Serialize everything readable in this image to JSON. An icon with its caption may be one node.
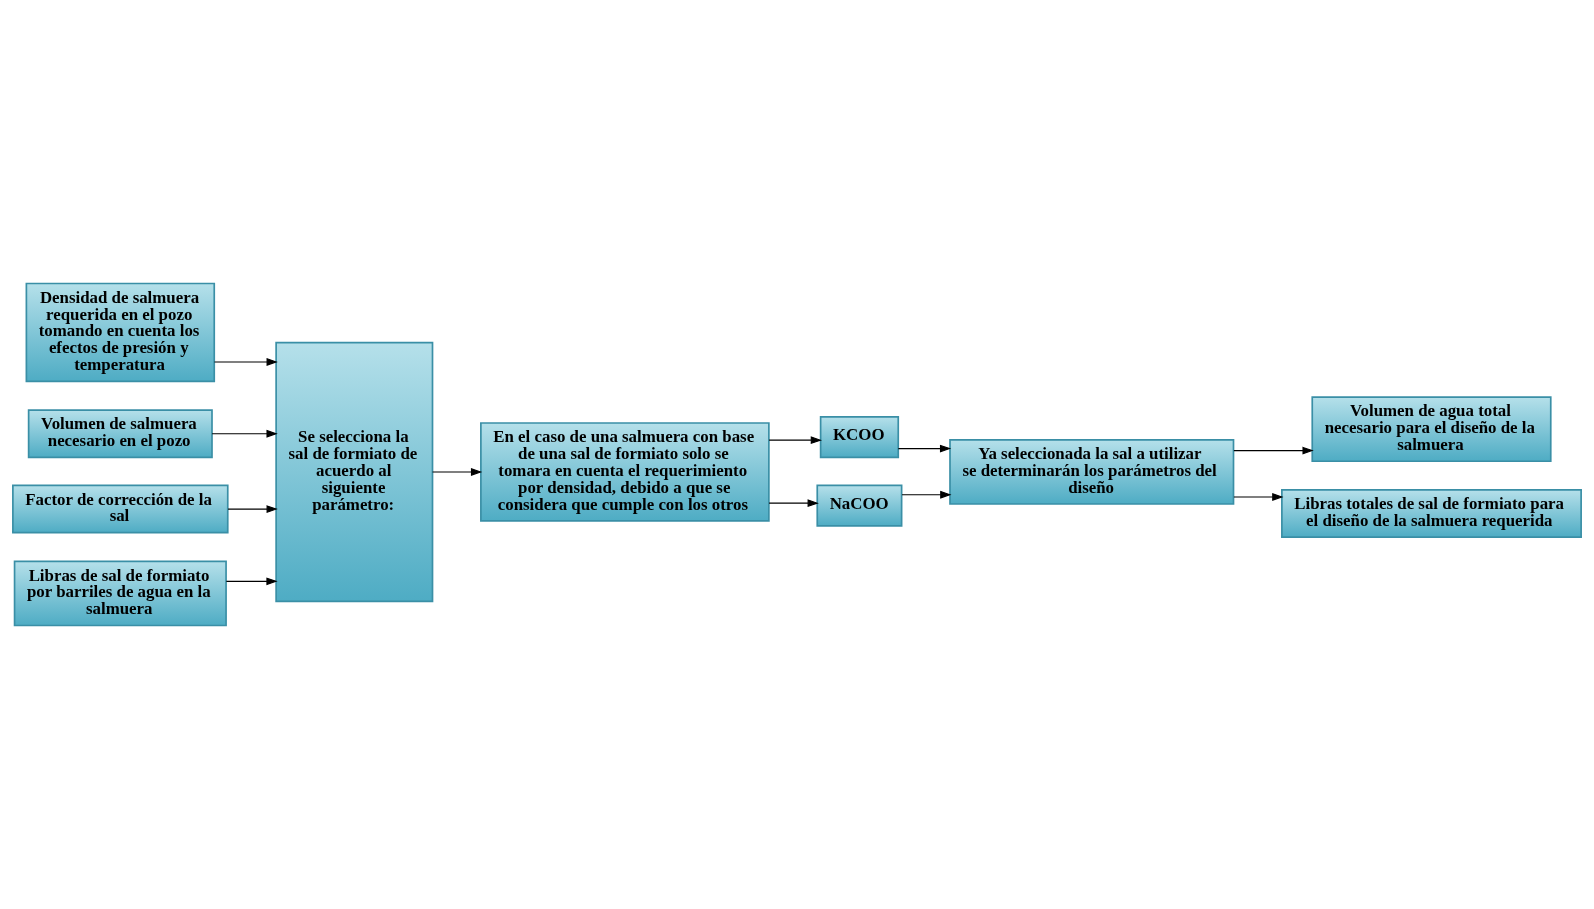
{
  "diagram": {
    "nodes": [
      {
        "text": [
          "Densidad de salmuera requerida en el pozo tomando en cuenta los efectos de presión y temperatura"
        ]
      },
      {
        "text": [
          "Volumen de salmuera necesario en el pozo"
        ]
      },
      {
        "text": [
          "Factor de corrección de la sal"
        ]
      },
      {
        "text": [
          "Libras de sal de formiato por barriles de agua en la salmuera"
        ]
      },
      {
        "text": [
          "Se selecciona la sal de formiato de acuerdo al siguiente parámetro:"
        ]
      },
      {
        "text": [
          "En el caso de una salmuera con base de una sal de formiato solo se tomara en cuenta el requerimiento por densidad, debido a que se considera que cumple con los otros"
        ]
      },
      {
        "text": [
          "KCOO"
        ]
      },
      {
        "text": [
          "NaCOO"
        ]
      },
      {
        "text": [
          "Ya seleccionada la sal a utilizar se determinarán los parámetros del diseño"
        ]
      },
      {
        "text": [
          "Volumen de agua total necesario para el diseño de la salmuera"
        ]
      },
      {
        "text": [
          "Libras totales de sal de formiato para el diseño de la salmuera requerida"
        ]
      }
    ],
    "edges": [
      {
        "from": 0,
        "to": 4,
        "arrow": "to"
      },
      {
        "from": 1,
        "to": 4,
        "arrow": "to"
      },
      {
        "from": 2,
        "to": 4,
        "arrow": "to"
      },
      {
        "from": 3,
        "to": 4,
        "arrow": "to"
      },
      {
        "from": 4,
        "to": 5,
        "arrow": "to"
      },
      {
        "from": 5,
        "to": 6,
        "arrow": "to"
      },
      {
        "from": 5,
        "to": 7,
        "arrow": "to"
      },
      {
        "from": 6,
        "to": 8,
        "arrow": "to"
      },
      {
        "from": 7,
        "to": 8,
        "arrow": "to"
      },
      {
        "from": 8,
        "to": 9,
        "arrow": "to"
      },
      {
        "from": 8,
        "to": 10,
        "arrow": "to"
      }
    ]
  }
}
